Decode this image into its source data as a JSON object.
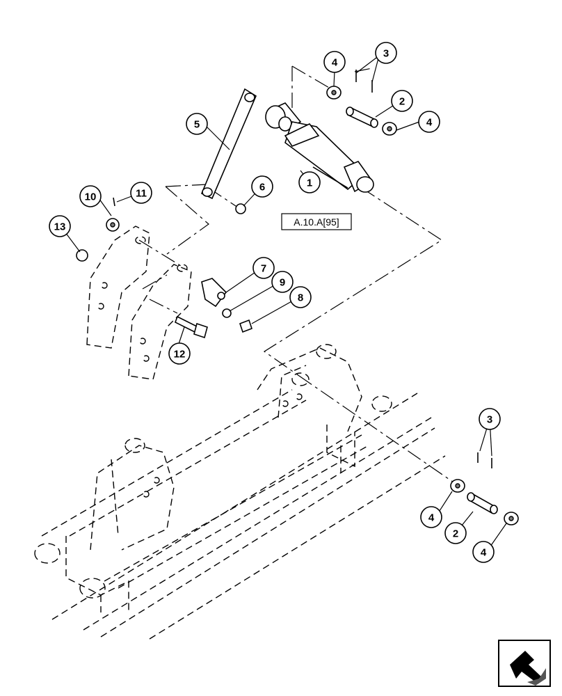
{
  "callouts": [
    {
      "id": "c-1",
      "label": "1"
    },
    {
      "id": "c-2a",
      "label": "2"
    },
    {
      "id": "c-2b",
      "label": "2"
    },
    {
      "id": "c-3a",
      "label": "3"
    },
    {
      "id": "c-3b",
      "label": "3"
    },
    {
      "id": "c-4a",
      "label": "4"
    },
    {
      "id": "c-4b",
      "label": "4"
    },
    {
      "id": "c-4c",
      "label": "4"
    },
    {
      "id": "c-4d",
      "label": "4"
    },
    {
      "id": "c-5",
      "label": "5"
    },
    {
      "id": "c-6",
      "label": "6"
    },
    {
      "id": "c-7",
      "label": "7"
    },
    {
      "id": "c-8",
      "label": "8"
    },
    {
      "id": "c-9",
      "label": "9"
    },
    {
      "id": "c-10",
      "label": "10"
    },
    {
      "id": "c-11",
      "label": "11"
    },
    {
      "id": "c-12",
      "label": "12"
    },
    {
      "id": "c-13",
      "label": "13"
    }
  ],
  "reference": {
    "label": "A.10.A[95]"
  },
  "navigation": {
    "icon": "return-arrow-icon"
  }
}
